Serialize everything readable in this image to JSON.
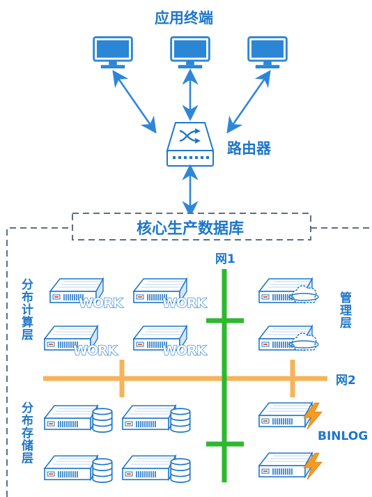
{
  "title": "应用终端",
  "router_label": "路由器",
  "core_db_label": "核心生产数据库",
  "net1_label": "网1",
  "net2_label": "网2",
  "left_top_group": "分布计算层",
  "left_bottom_group": "分布存储层",
  "right_top_group": "管理层",
  "binlog_label": "BINLOG",
  "work_text": "WORK",
  "icons": {
    "terminal": "monitor-icon",
    "router": "router-icon",
    "compute": "server-work-icon",
    "storage": "server-database-icon",
    "management": "server-cloud-icon",
    "binlog": "server-lightning-icon"
  },
  "colors": {
    "blue": "#1e76c8",
    "net1": "#2eb82e",
    "net2": "#f7b35a",
    "border": "#5a6e85",
    "lightning": "#f59b22"
  }
}
